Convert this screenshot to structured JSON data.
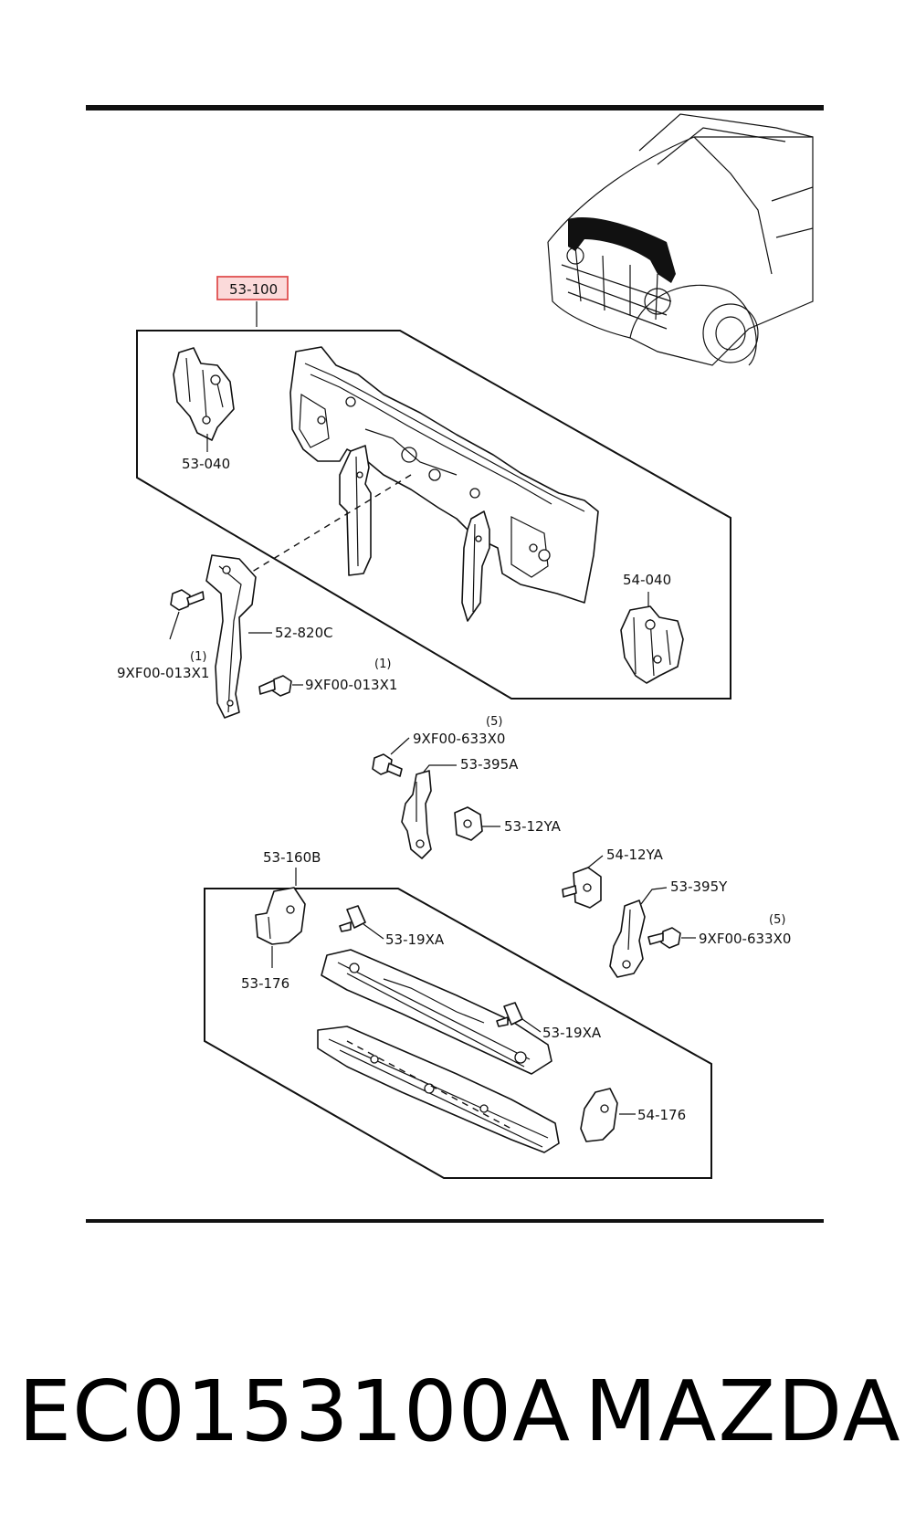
{
  "diagram": {
    "labels": {
      "radiator_support_assy": "53-100",
      "left_bracket": "53-040",
      "right_bracket": "54-040",
      "side_brace": "52-820C",
      "bolt_a_code": "9XF00-013X1",
      "bolt_a_qty": "(1)",
      "bolt_b_code": "9XF00-013X1",
      "bolt_b_qty": "(1)",
      "bolt_c_code": "9XF00-633X0",
      "bolt_c_qty": "(5)",
      "bolt_d_code": "9XF00-633X0",
      "bolt_d_qty": "(5)",
      "left_stay": "53-395A",
      "left_clip": "53-12YA",
      "right_clip": "54-12YA",
      "right_stay": "53-395Y",
      "lower_member_assy": "53-160B",
      "lower_left_bracket": "53-176",
      "nut_upper": "53-19XA",
      "nut_lower": "53-19XA",
      "lower_right_bracket": "54-176"
    },
    "highlight_color": "#e05050"
  },
  "caption": {
    "part_number": "EC0153100A",
    "brand": "MAZDA"
  }
}
